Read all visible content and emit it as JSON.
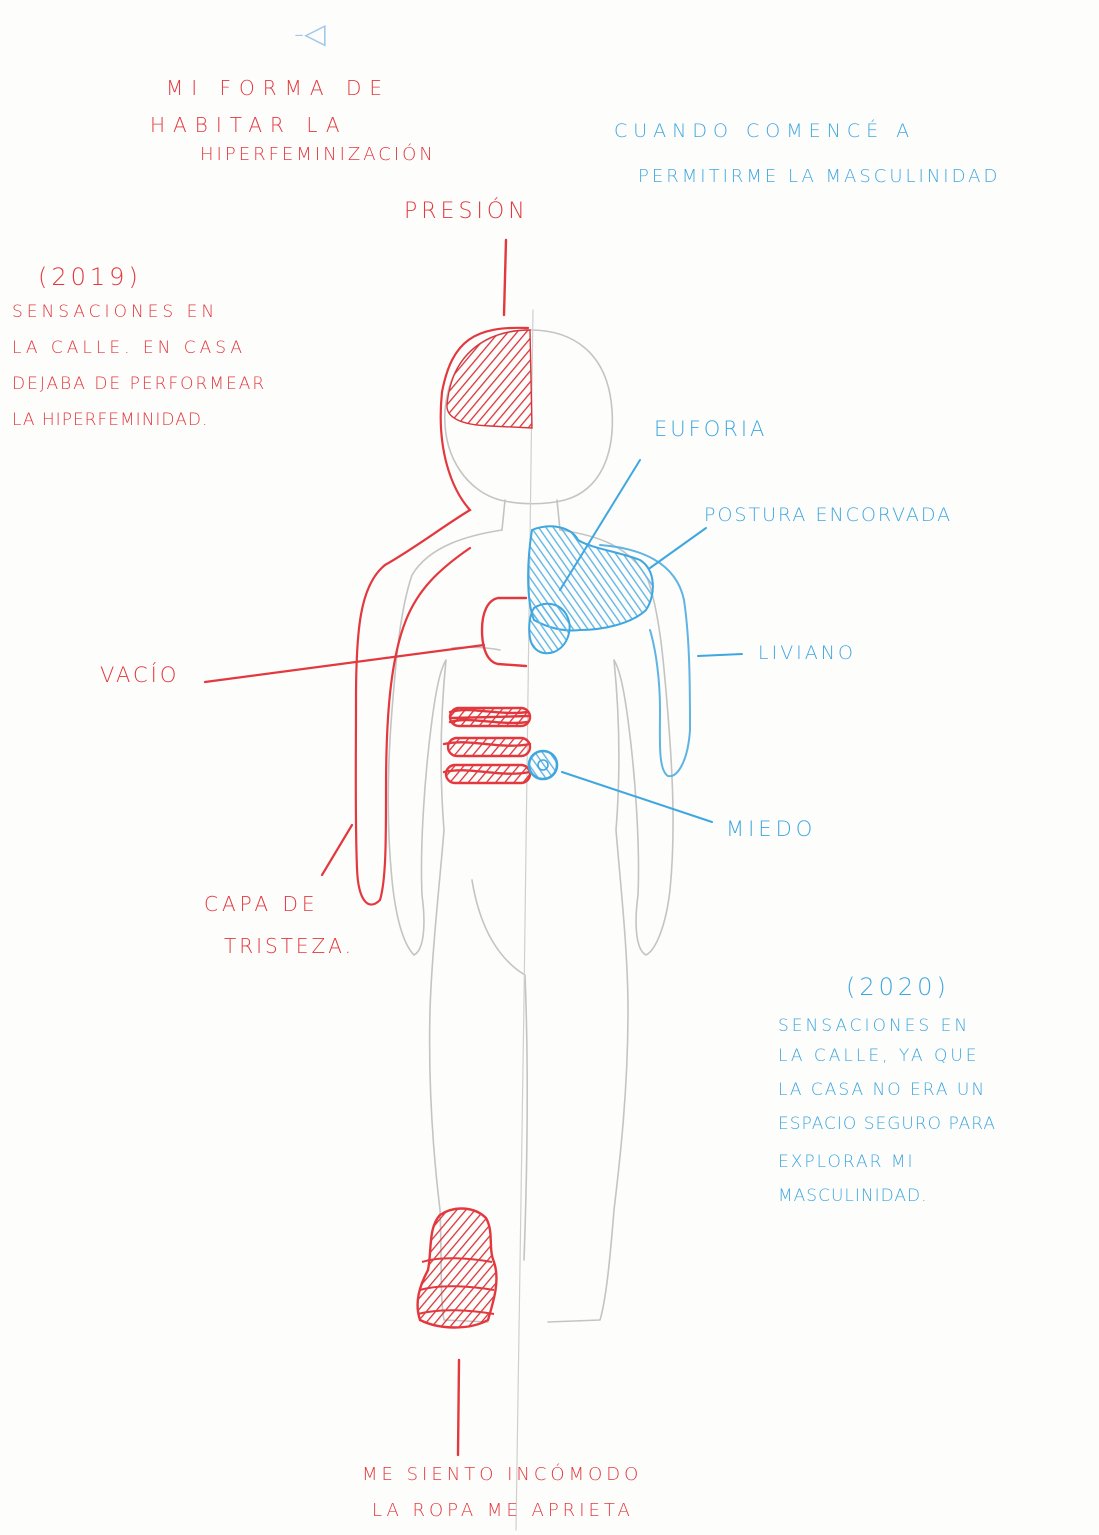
{
  "colors": {
    "red": "#e3383e",
    "blue": "#3fa7df",
    "pencil": "#bdbdbd",
    "paper": "#fdfdfc"
  },
  "corner_mark": "-◁",
  "red_title_lines": [
    "MI FORMA DE",
    "HABITAR LA",
    "HIPERFEMINIZACIÓN"
  ],
  "blue_title_lines": [
    "CUANDO COMENCÉ A",
    "PERMITIRME LA MASCULINIDAD"
  ],
  "labels": {
    "presion": "PRESIÓN",
    "euforia": "EUFORIA",
    "postura": "POSTURA ENCORVADA",
    "liviano": "LIVIANO",
    "vacio": "VACÍO",
    "miedo": "MIEDO"
  },
  "note_2019": {
    "year": "(2019)",
    "lines": [
      "SENSACIONES EN",
      "LA CALLE. EN CASA",
      "DEJABA DE PERFORMEAR",
      "LA HIPERFEMINIDAD."
    ]
  },
  "capa": [
    "CAPA DE",
    "TRISTEZA."
  ],
  "note_2020": {
    "year": "(2020)",
    "lines": [
      "SENSACIONES EN",
      "LA CALLE, YA QUE",
      "LA CASA NO ERA UN",
      "ESPACIO SEGURO PARA",
      "EXPLORAR MI",
      "MASCULINIDAD."
    ]
  },
  "bottom_lines": [
    "ME SIENTO INCÓMODO",
    "LA ROPA ME APRIETA"
  ]
}
